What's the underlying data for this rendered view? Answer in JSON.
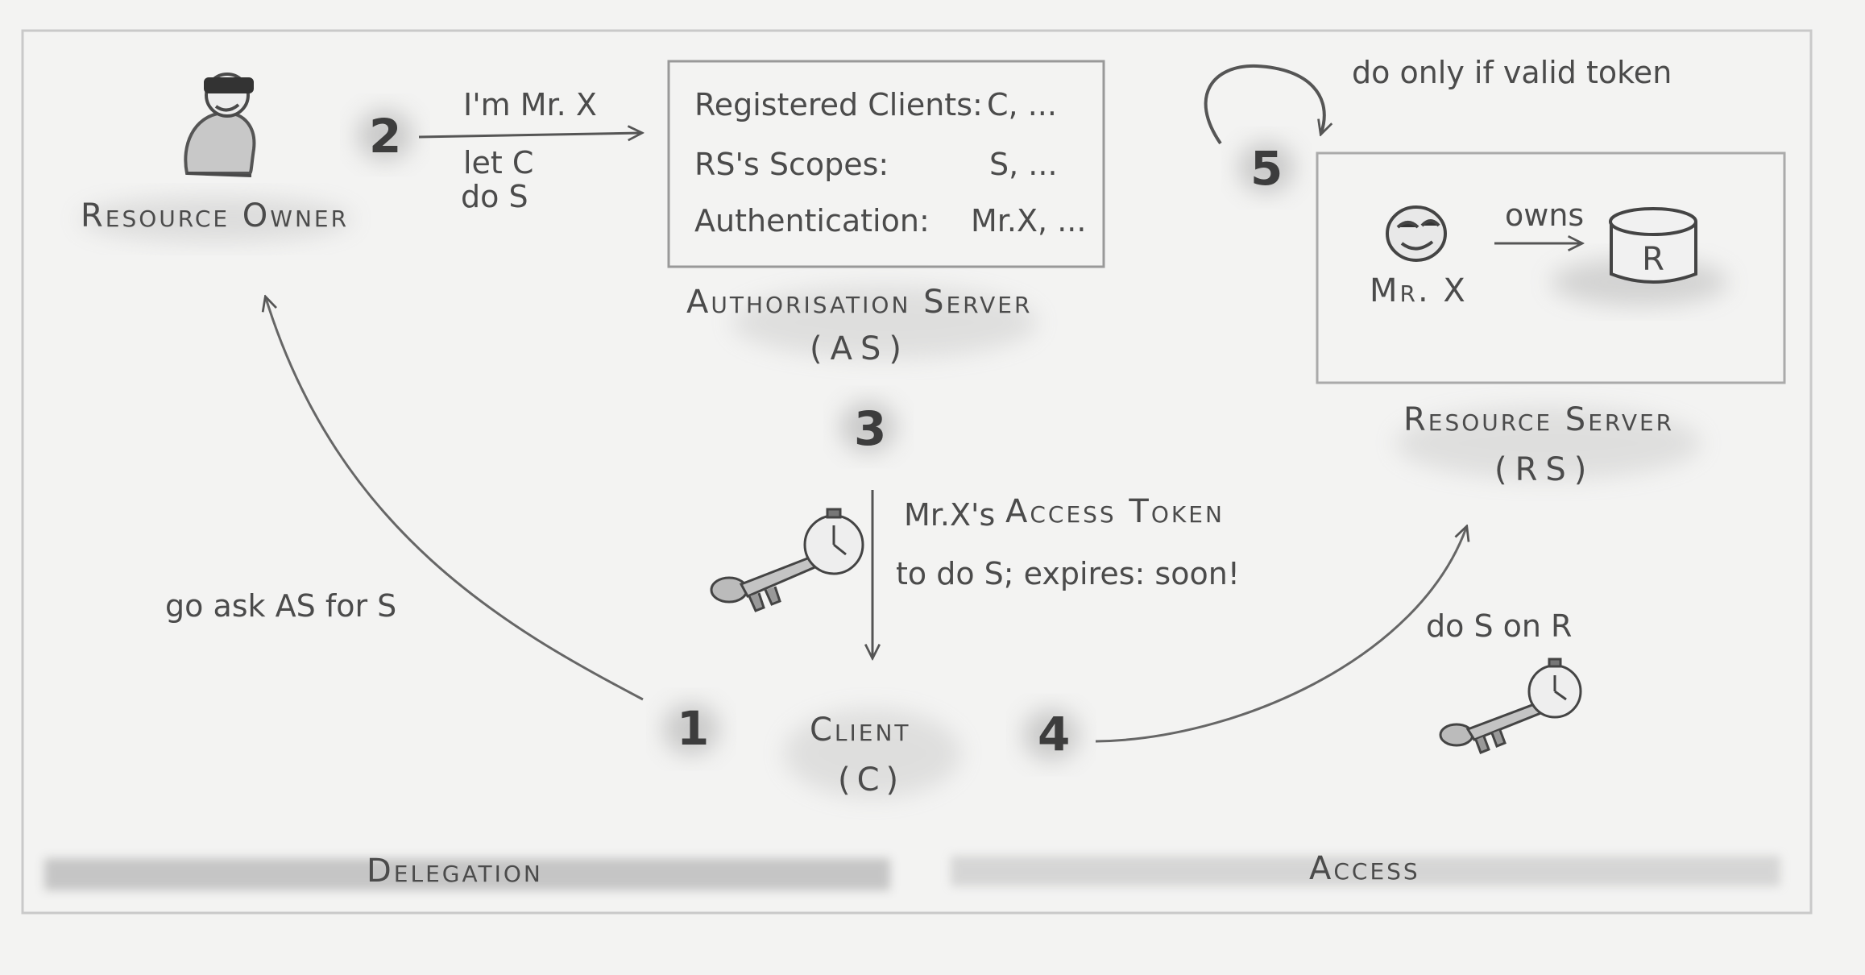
{
  "resource_owner": {
    "label": "Resource Owner"
  },
  "authorisation_server": {
    "label": "Authorisation Server",
    "abbr": "(AS)",
    "rows": [
      {
        "name": "Registered Clients:",
        "value": "C, ..."
      },
      {
        "name": "RS's Scopes:",
        "value": "S, ..."
      },
      {
        "name": "Authentication:",
        "value": "Mr.X, ..."
      }
    ]
  },
  "resource_server": {
    "label": "Resource Server",
    "abbr": "(RS)",
    "user": "Mr. X",
    "owns": "owns",
    "resource": "R"
  },
  "client": {
    "label": "Client",
    "abbr": "(C)"
  },
  "steps": [
    "1",
    "2",
    "3",
    "4",
    "5"
  ],
  "step2": {
    "line1": "I'm Mr. X",
    "line2": "let C",
    "line3": "do S"
  },
  "step3": {
    "line1_pre": "Mr.X's",
    "line1_caps": "Access Token",
    "line2": "to do S; expires: soon!"
  },
  "step1_note": "go ask AS for S",
  "step4_note": "do S on R",
  "step5_note": "do only if valid token",
  "sections": {
    "left": "Delegation",
    "right": "Access"
  },
  "icons": [
    "person-icon",
    "key-icon",
    "stopwatch-icon",
    "smiley-icon",
    "database-icon"
  ]
}
